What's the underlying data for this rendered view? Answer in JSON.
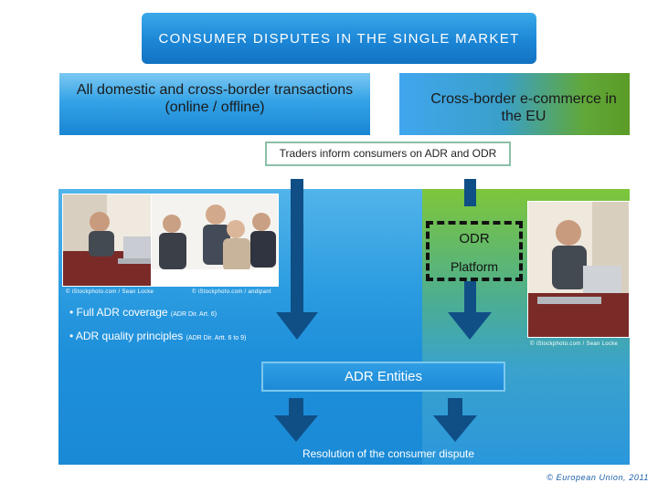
{
  "title": "CONSUMER DISPUTES IN THE SINGLE MARKET",
  "top_left_box": [
    "All domestic and cross-border transactions",
    "(online / offline)"
  ],
  "top_right_box": [
    "Cross-border e-commerce in",
    "the EU"
  ],
  "traders_box": "Traders inform consumers on ADR and ODR",
  "odr": {
    "title": "ODR",
    "subtitle": "Platform"
  },
  "bullets": [
    {
      "text": "• Full ADR coverage",
      "note": "(ADR Dir. Art. 6)"
    },
    {
      "text": "• ADR quality principles",
      "note": "(ADR Dir. Artt. 6 to 9)"
    }
  ],
  "photo_credits": [
    "© iStockphoto.com / Sean Locke",
    "© iStockphoto.com / andipant",
    "© iStockphoto.com / Sean Locke"
  ],
  "adr_entities": "ADR Entities",
  "resolution": "Resolution of the consumer dispute",
  "copyright": "© European Union, 2011",
  "colors": {
    "title_bg": "#1c86d6",
    "arrow": "#0f4f86",
    "panel_blue": "#2a9be0",
    "panel_green": "#7ec63a"
  }
}
